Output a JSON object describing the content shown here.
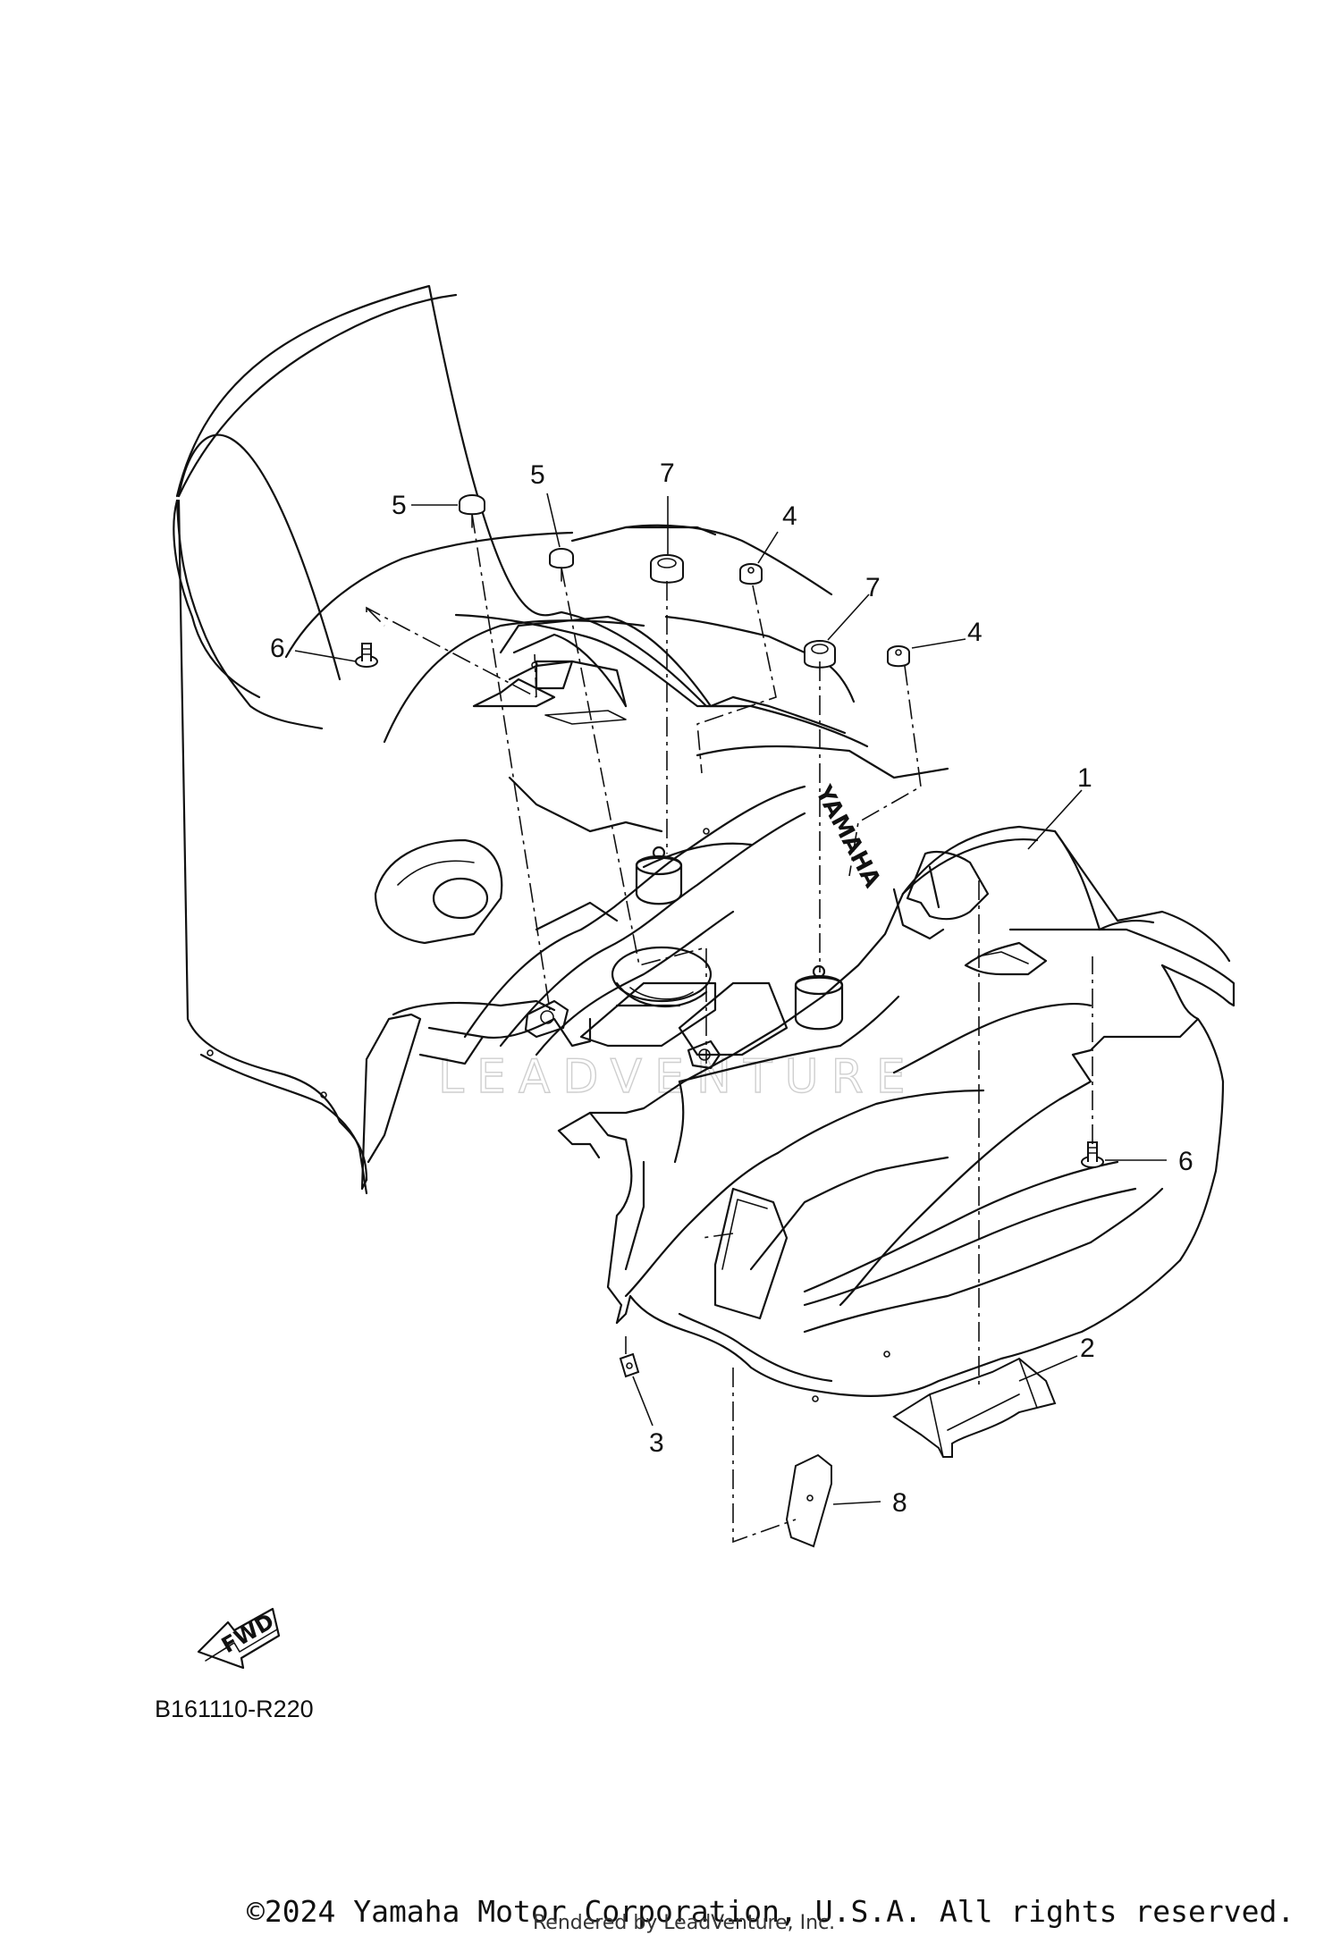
{
  "callouts": {
    "c1": "1",
    "c2": "2",
    "c3": "3",
    "c4a": "4",
    "c4b": "4",
    "c5a": "5",
    "c5b": "5",
    "c6a": "6",
    "c6b": "6",
    "c7a": "7",
    "c7b": "7",
    "c8": "8"
  },
  "fwd_label": "FWD",
  "fender_brand": "YAMAHA",
  "diagram_code": "B161110-R220",
  "watermark": "LEADVENTURE",
  "copyright": "©2024 Yamaha Motor Corporation, U.S.A. All rights reserved.",
  "rendered_by": "Rendered by LeadVenture, Inc."
}
